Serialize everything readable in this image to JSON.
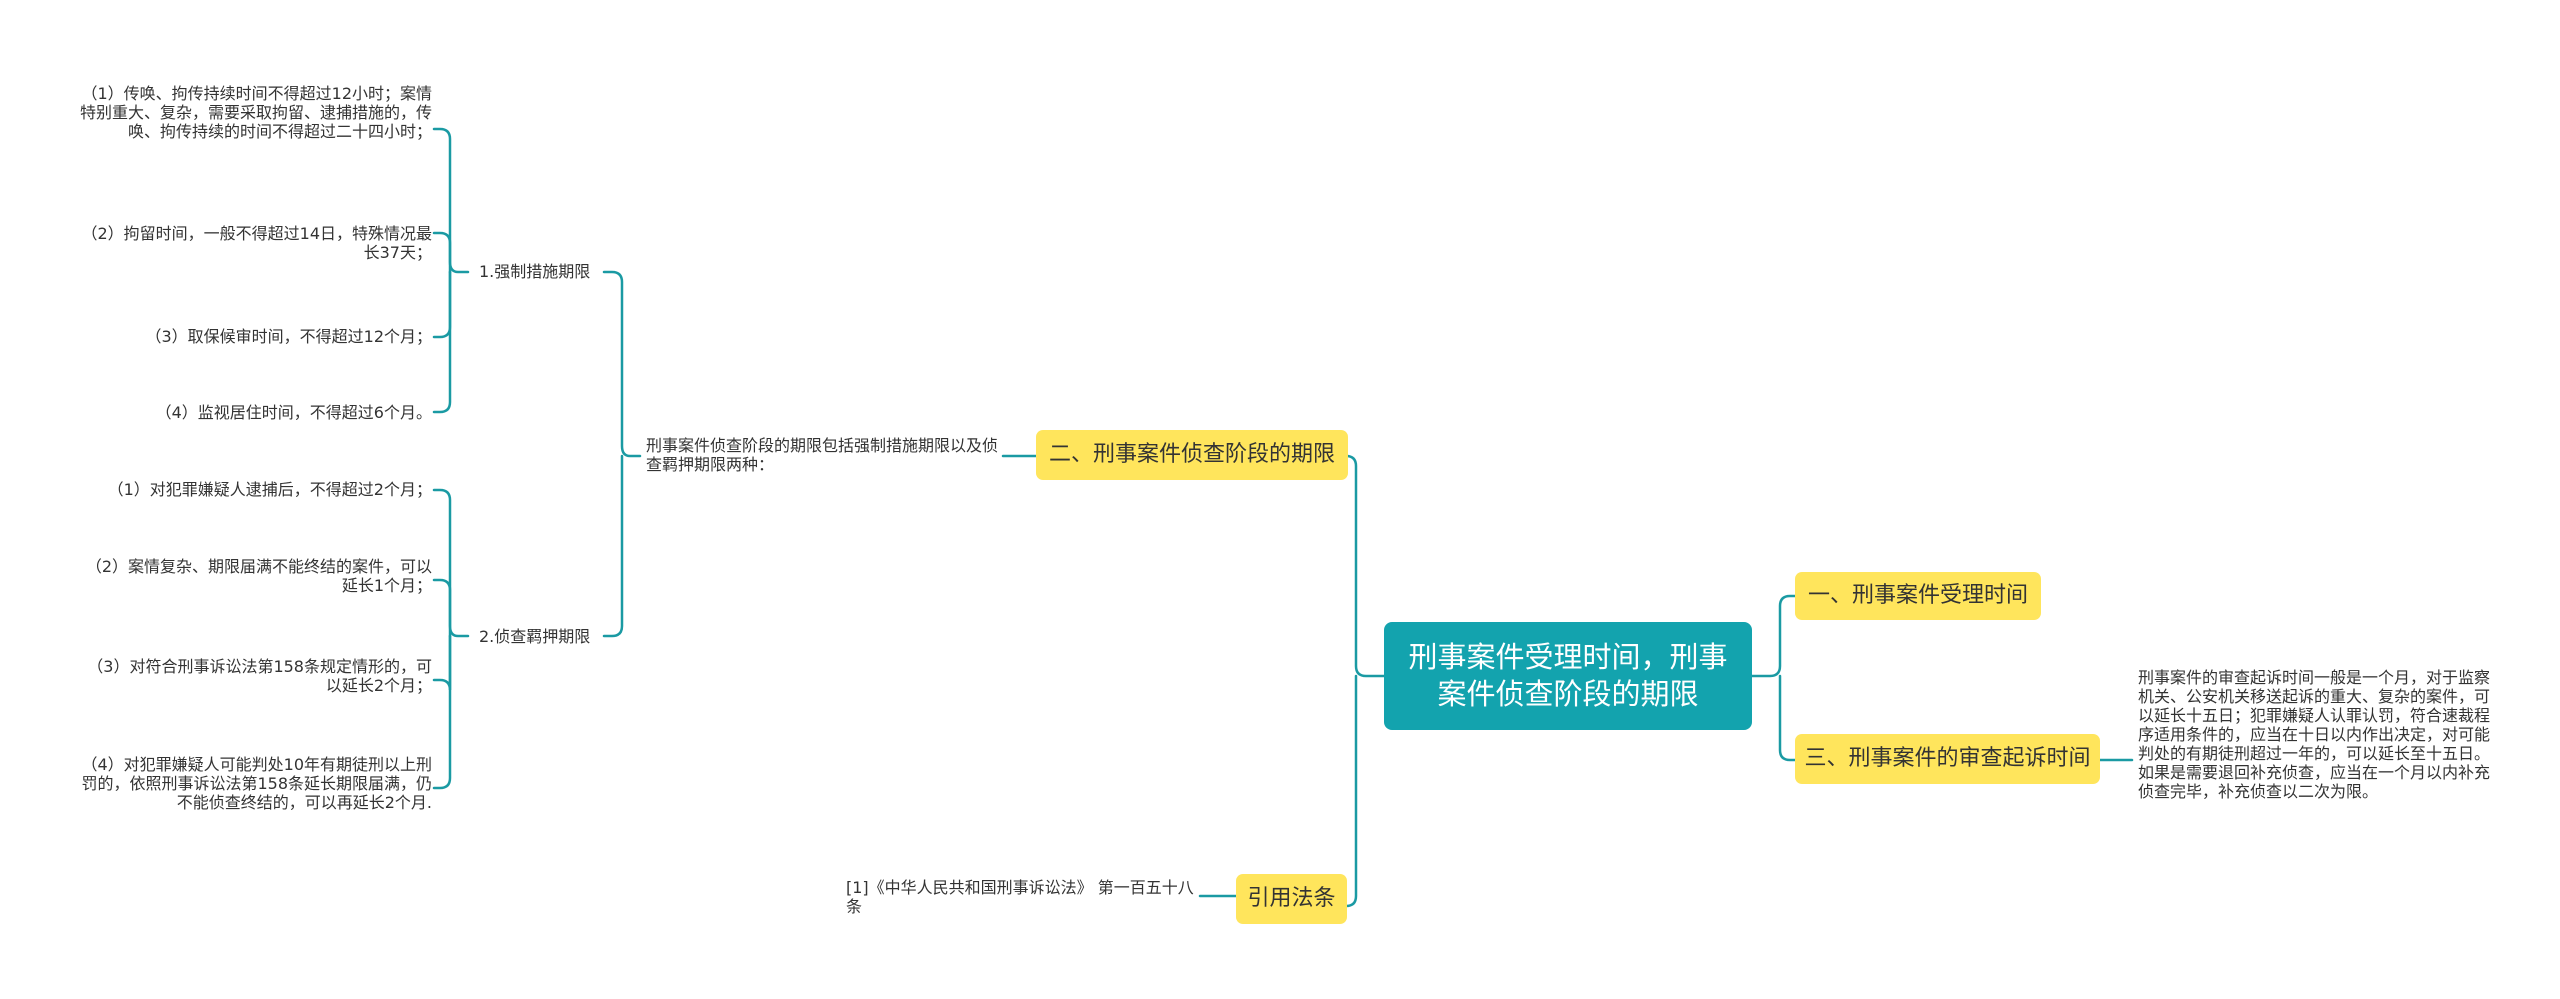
{
  "theme": {
    "line_color": "#1a9aa3",
    "root_color": "#13a3ae",
    "branch_color": "#ffe55c",
    "text_color": "#333333"
  },
  "root": {
    "label": "刑事案件受理时间，刑事案件侦查阶段的期限"
  },
  "branches": {
    "b1": {
      "label": "一、刑事案件受理时间"
    },
    "b2": {
      "label": "二、刑事案件侦查阶段的期限"
    },
    "b3": {
      "label": "三、刑事案件的审查起诉时间"
    },
    "b4": {
      "label": "引用法条"
    }
  },
  "b2_summary": "刑事案件侦查阶段的期限包括强制措施期限以及侦查羁押期限两种：",
  "b3_detail": "刑事案件的审查起诉时间一般是一个月，对于监察机关、公安机关移送起诉的重大、复杂的案件，可以延长十五日；犯罪嫌疑人认罪认罚，符合速裁程序适用条件的，应当在十日以内作出决定，对可能判处的有期徒刑超过一年的，可以延长至十五日。如果是需要退回补充侦查，应当在一个月以内补充侦查完毕，补充侦查以二次为限。",
  "b4_citation": "[1]《中华人民共和国刑事诉讼法》 第一百五十八条",
  "groups": {
    "coercive": {
      "label": "1.强制措施期限",
      "items": [
        "（1）传唤、拘传持续时间不得超过12小时；案情特别重大、复杂，需要采取拘留、逮捕措施的，传唤、拘传持续的时间不得超过二十四小时；",
        "（2）拘留时间，一般不得超过14日，特殊情况最长37天；",
        "（3）取保候审时间，不得超过12个月；",
        "（4）监视居住时间，不得超过6个月。"
      ]
    },
    "detention": {
      "label": "2.侦查羁押期限",
      "items": [
        "（1）对犯罪嫌疑人逮捕后，不得超过2个月；",
        "（2）案情复杂、期限届满不能终结的案件，可以延长1个月；",
        "（3）对符合刑事诉讼法第158条规定情形的，可以延长2个月；",
        "（4）对犯罪嫌疑人可能判处10年有期徒刑以上刑罚的，依照刑事诉讼法第158条延长期限届满，仍不能侦查终结的，可以再延长2个月."
      ]
    }
  }
}
